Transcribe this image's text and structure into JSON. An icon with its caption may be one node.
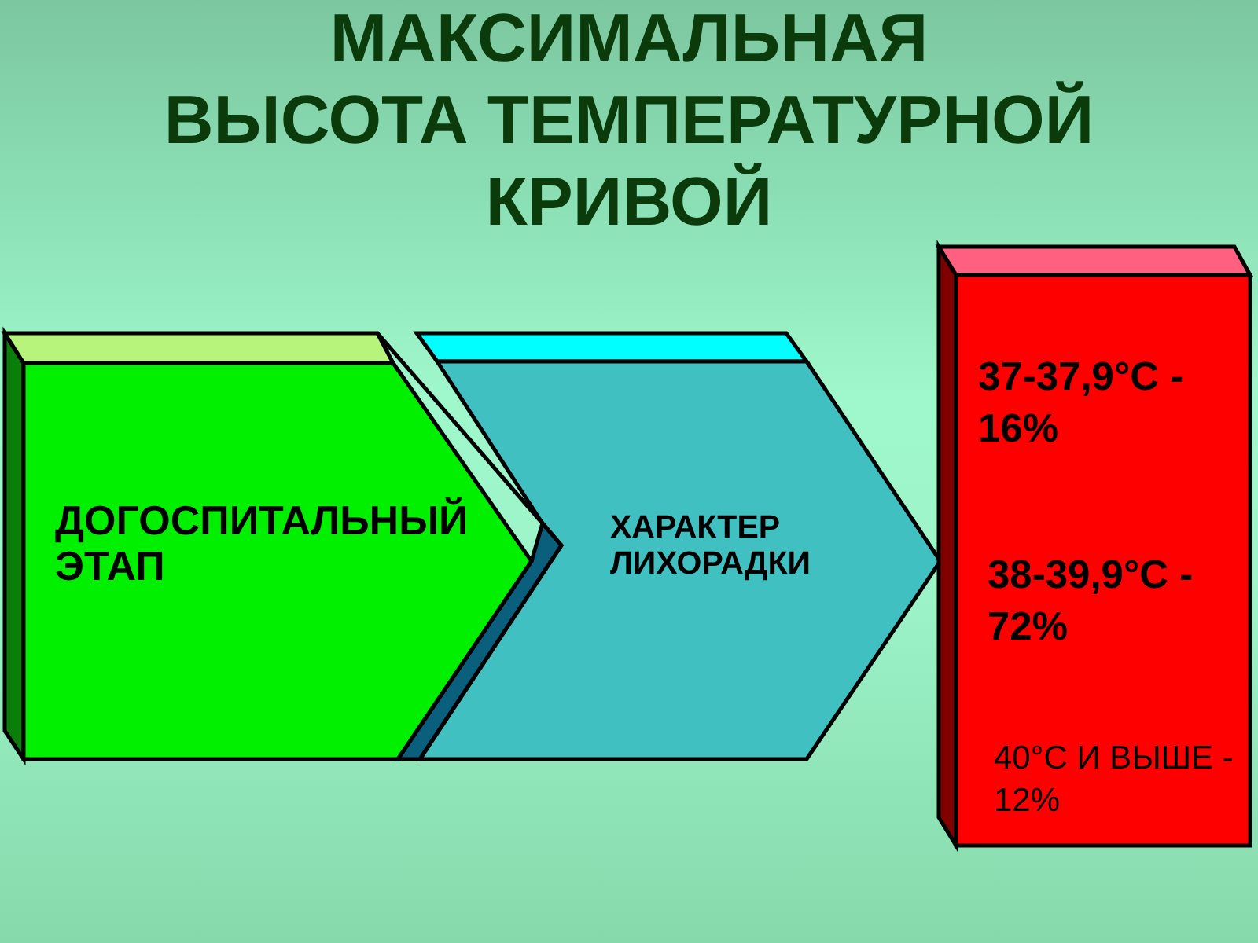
{
  "diagram": {
    "title": "МАКСИМАЛЬНАЯ ВЫСОТА ТЕМПЕРАТУРНОЙ КРИВОЙ",
    "nodes": [
      {
        "text": [
          "ДОГОСПИТАЛЬНЫЙ ЭТАП"
        ]
      },
      {
        "text": [
          "ХАРАКТЕР ЛИХОРАДКИ"
        ]
      },
      {
        "text": [
          "37-37,9°C - 16%",
          "38-39,9°C - 72%",
          "40°C И ВЫШЕ - 12%"
        ]
      }
    ]
  }
}
